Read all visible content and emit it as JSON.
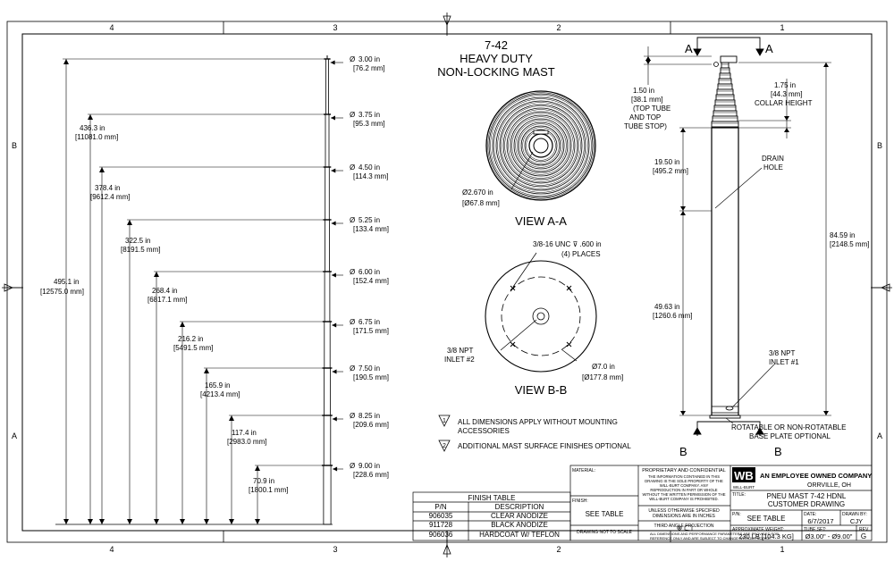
{
  "zones": {
    "top": [
      "4",
      "3",
      "2",
      "1"
    ],
    "bottom": [
      "4",
      "3",
      "2",
      "1"
    ],
    "left": [
      "B",
      "A"
    ],
    "right": [
      "B",
      "A"
    ]
  },
  "title": {
    "line1": "7-42",
    "line2": "HEAVY DUTY",
    "line3": "NON-LOCKING MAST"
  },
  "overall": {
    "in": "495.1 in",
    "mm": "[12575.0 mm]"
  },
  "heights": [
    {
      "in": "436.3 in",
      "mm": "[11081.0 mm]"
    },
    {
      "in": "378.4 in",
      "mm": "[9612.4 mm]"
    },
    {
      "in": "322.5 in",
      "mm": "[8191.5 mm]"
    },
    {
      "in": "268.4 in",
      "mm": "[6817.1 mm]"
    },
    {
      "in": "216.2 in",
      "mm": "[5491.5 mm]"
    },
    {
      "in": "165.9 in",
      "mm": "[4213.4 mm]"
    },
    {
      "in": "117.4 in",
      "mm": "[2983.0 mm]"
    },
    {
      "in": "70.9 in",
      "mm": "[1800.1 mm]"
    }
  ],
  "diameters": [
    {
      "sym": "Ø",
      "in": "3.00 in",
      "mm": "[76.2 mm]"
    },
    {
      "sym": "Ø",
      "in": "3.75 in",
      "mm": "[95.3 mm]"
    },
    {
      "sym": "Ø",
      "in": "4.50 in",
      "mm": "[114.3 mm]"
    },
    {
      "sym": "Ø",
      "in": "5.25 in",
      "mm": "[133.4 mm]"
    },
    {
      "sym": "Ø",
      "in": "6.00 in",
      "mm": "[152.4 mm]"
    },
    {
      "sym": "Ø",
      "in": "6.75 in",
      "mm": "[171.5 mm]"
    },
    {
      "sym": "Ø",
      "in": "7.50 in",
      "mm": "[190.5 mm]"
    },
    {
      "sym": "Ø",
      "in": "8.25 in",
      "mm": "[209.6 mm]"
    },
    {
      "sym": "Ø",
      "in": "9.00 in",
      "mm": "[228.6 mm]"
    }
  ],
  "view_aa": {
    "label": "VIEW A-A",
    "dia_in": "Ø2.670 in",
    "dia_mm": "[Ø67.8 mm]"
  },
  "view_bb": {
    "label": "VIEW B-B",
    "thread1": "3/8-16 UNC ⊽ .600 in",
    "thread2": "(4) PLACES",
    "inlet1": "3/8 NPT",
    "inlet2": "INLET #2",
    "dia_in": "Ø7.0 in",
    "dia_mm": "[Ø177.8 mm]"
  },
  "notes": [
    {
      "num": "1",
      "l1": "ALL DIMENSIONS APPLY WITHOUT MOUNTING",
      "l2": "ACCESSORIES"
    },
    {
      "num": "2",
      "l1": "ADDITIONAL MAST SURFACE FINISHES OPTIONAL",
      "l2": ""
    }
  ],
  "side": {
    "section_a": "A",
    "section_b": "B",
    "top_tube": [
      "1.50 in",
      "[38.1 mm]",
      "(TOP TUBE",
      "AND TOP",
      "TUBE STOP)"
    ],
    "collar": [
      "1.75 in",
      "[44.3 mm]",
      "COLLAR HEIGHT"
    ],
    "drain": [
      "DRAIN",
      "HOLE"
    ],
    "d195": [
      "19.50 in",
      "[495.2 mm]"
    ],
    "d8459": [
      "84.59 in",
      "[2148.5 mm]"
    ],
    "d4963": [
      "49.63 in",
      "[1260.6 mm]"
    ],
    "inlet": [
      "3/8 NPT",
      "INLET #1"
    ],
    "base": [
      "ROTATABLE OR NON-ROTATABLE",
      "BASE PLATE OPTIONAL"
    ]
  },
  "finish_table": {
    "title": "FINISH TABLE",
    "headers": [
      "P/N",
      "DESCRIPTION"
    ],
    "rows": [
      [
        "906035",
        "CLEAR ANODIZE"
      ],
      [
        "911728",
        "BLACK ANODIZE"
      ],
      [
        "906036",
        "HARDCOAT W/ TEFLON"
      ]
    ]
  },
  "titleblock": {
    "material": "MATERIAL:",
    "finish": "FINISH:",
    "see_table": "SEE TABLE",
    "not_scale": "DRAWING NOT TO SCALE",
    "prop_title": "PROPRIETARY AND CONFIDENTIAL",
    "prop_text": [
      "THE INFORMATION CONTAINED IN THIS",
      "DRAWING IS THE SOLE PROPERTY OF THE",
      "WILL-BURT COMPANY. ANY",
      "REPRODUCTION IN PART OR WHOLE",
      "WITHOUT THE WRITTEN PERMISSION OF THE",
      "WILL-BURT COMPANY IS PROHIBITED."
    ],
    "unless": [
      "UNLESS OTHERWISE SPECIFIED",
      "DIMENSIONS ARE IN INCHES"
    ],
    "projection": "THIRD ANGLE PROJECTION",
    "disclaimer": [
      "ALL DIMENSIONS AND PERFORMANCE PARAMETERS ARE PROVIDED FOR",
      "REFERENCE ONLY AND ARE SUBJECT TO CHANGE WITHOUT NOTICE."
    ],
    "logo": "WB",
    "logo_sub": "WILL-BURT",
    "company1": "AN EMPLOYEE OWNED COMPANY",
    "company2": "ORRVILLE, OH",
    "title_label": "TITLE:",
    "title1": "PNEU MAST 7-42 HDNL",
    "title2": "CUSTOMER DRAWING",
    "pn_label": "P/N:",
    "pn_value": "SEE TABLE",
    "date_label": "DATE:",
    "date_value": "6/7/2017",
    "drawn_label": "DRAWN BY:",
    "drawn_value": "CJY",
    "weight_label": "APPROXIMATE WEIGHT:",
    "weight_value": "230 LB [104.3 KG]",
    "tubeset_label": "TUBE SET:",
    "tubeset_value": "Ø3.00\" - Ø9.00\"",
    "rev_label": "REV",
    "rev_value": "G"
  }
}
